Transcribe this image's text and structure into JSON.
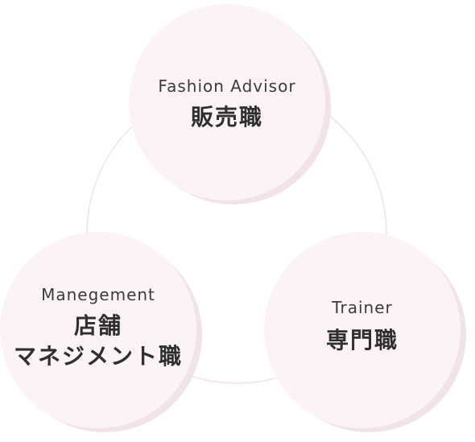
{
  "cards": {
    "top": {
      "en_label": "Fashion Advisor",
      "ja_label": "販売職"
    },
    "left": {
      "en_label": "Manegement",
      "ja_line1": "店舗",
      "ja_line2": "マネジメント職"
    },
    "right": {
      "en_label": "Trainer",
      "ja_label": "専門職"
    }
  },
  "colors": {
    "circle_fill": "#fcf4f4",
    "circle_shadow": "#f1e3e6",
    "connector_ring": "#f0e2e5",
    "text": "#333333"
  }
}
